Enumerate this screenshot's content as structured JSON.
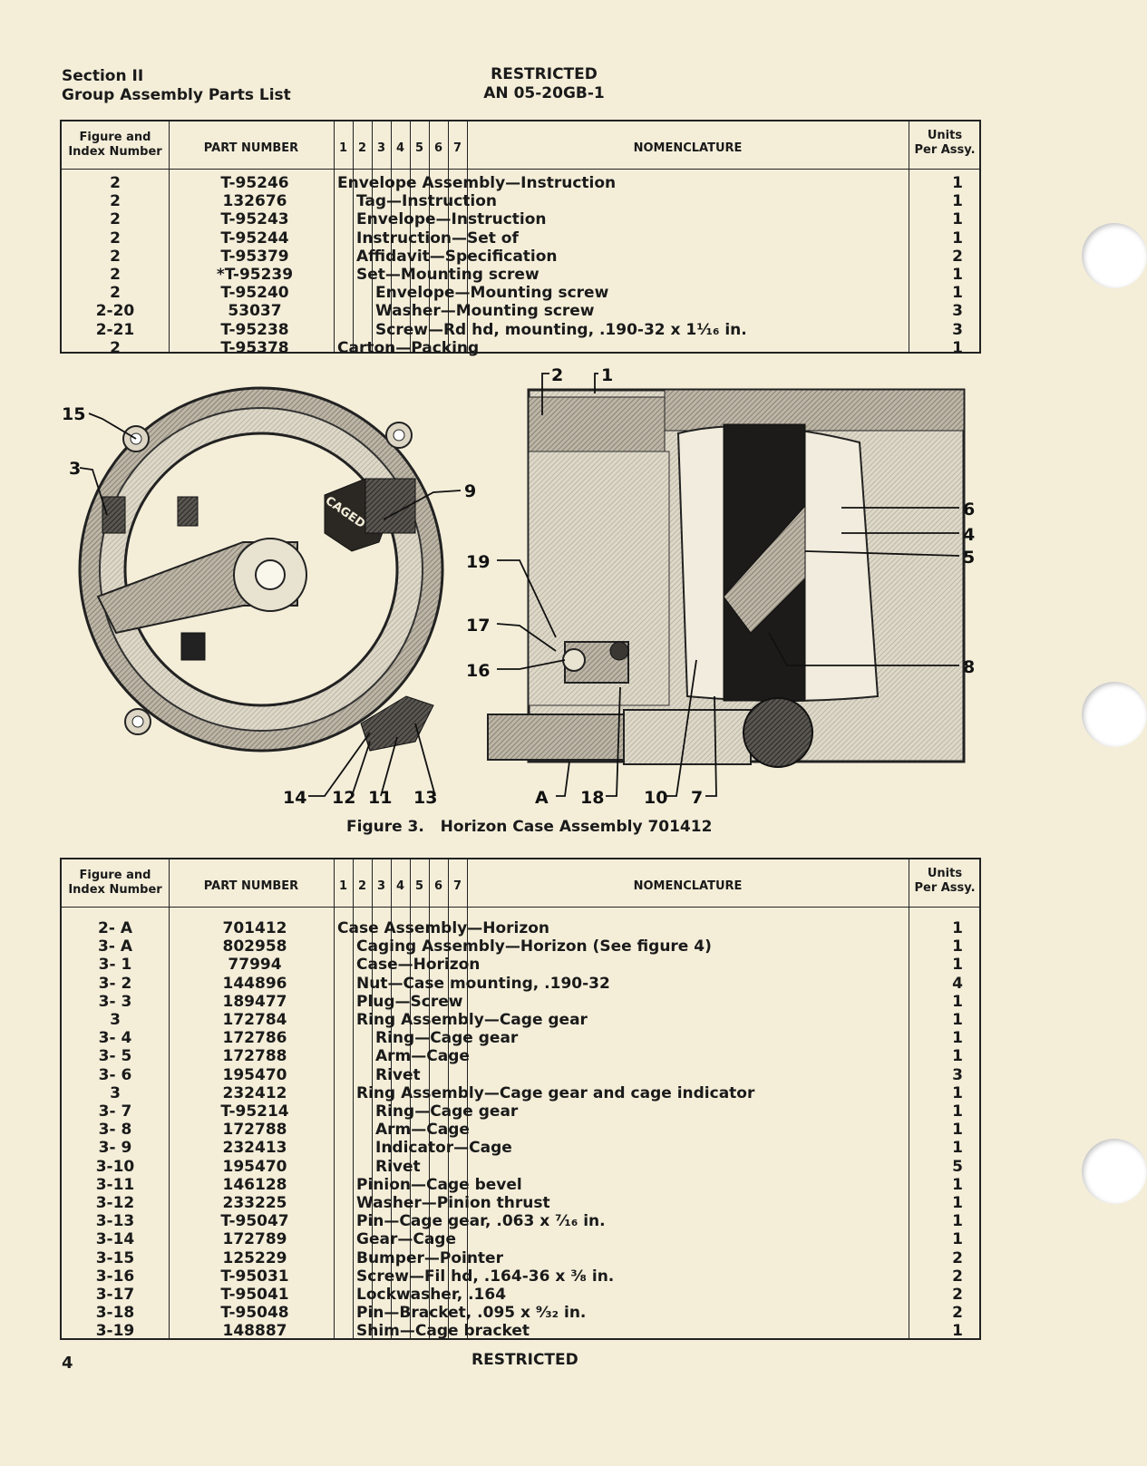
{
  "header": {
    "section": "Section II",
    "subtitle": "Group Assembly Parts List",
    "classification": "RESTRICTED",
    "doc_number": "AN 05-20GB-1"
  },
  "table_headers": {
    "figure": [
      "Figure and",
      "Index Number"
    ],
    "part": "PART NUMBER",
    "levels": [
      "1",
      "2",
      "3",
      "4",
      "5",
      "6",
      "7"
    ],
    "nomenclature": "NOMENCLATURE",
    "units": [
      "Units",
      "Per Assy."
    ]
  },
  "table1": [
    {
      "fig": "2",
      "part": "T-95246",
      "lvl": 1,
      "nom": "Envelope Assembly—Instruction",
      "units": "1"
    },
    {
      "fig": "2",
      "part": "132676",
      "lvl": 2,
      "nom": "Tag—Instruction",
      "units": "1"
    },
    {
      "fig": "2",
      "part": "T-95243",
      "lvl": 2,
      "nom": "Envelope—Instruction",
      "units": "1"
    },
    {
      "fig": "2",
      "part": "T-95244",
      "lvl": 2,
      "nom": "Instruction—Set of",
      "units": "1"
    },
    {
      "fig": "2",
      "part": "T-95379",
      "lvl": 2,
      "nom": "Affidavit—Specification",
      "units": "2"
    },
    {
      "fig": "2",
      "part": "*T-95239",
      "lvl": 2,
      "nom": "Set—Mounting screw",
      "units": "1"
    },
    {
      "fig": "2",
      "part": "T-95240",
      "lvl": 3,
      "nom": "Envelope—Mounting screw",
      "units": "1"
    },
    {
      "fig": "2-20",
      "part": "53037",
      "lvl": 3,
      "nom": "Washer—Mounting screw",
      "units": "3"
    },
    {
      "fig": "2-21",
      "part": "T-95238",
      "lvl": 3,
      "nom": "Screw—Rd hd, mounting, .190-32 x 1¹⁄₁₆ in.",
      "units": "3"
    },
    {
      "fig": "2",
      "part": "T-95378",
      "lvl": 1,
      "nom": "Carton—Packing",
      "units": "1"
    }
  ],
  "figure": {
    "caption": "Figure 3.   Horizon Case Assembly 701412",
    "dial_text": "CAGED",
    "callouts": [
      "15",
      "3",
      "9",
      "2",
      "1",
      "6",
      "4",
      "5",
      "19",
      "17",
      "16",
      "8",
      "14",
      "12",
      "11",
      "13",
      "A",
      "18",
      "10",
      "7"
    ]
  },
  "table2": [
    {
      "fig": "2- A",
      "part": "701412",
      "lvl": 1,
      "nom": "Case Assembly—Horizon",
      "units": "1"
    },
    {
      "fig": "3- A",
      "part": "802958",
      "lvl": 2,
      "nom": "Caging Assembly—Horizon (See figure 4)",
      "units": "1"
    },
    {
      "fig": "3- 1",
      "part": "77994",
      "lvl": 2,
      "nom": "Case—Horizon",
      "units": "1"
    },
    {
      "fig": "3- 2",
      "part": "144896",
      "lvl": 2,
      "nom": "Nut—Case mounting, .190-32",
      "units": "4"
    },
    {
      "fig": "3- 3",
      "part": "189477",
      "lvl": 2,
      "nom": "Plug—Screw",
      "units": "1"
    },
    {
      "fig": "3",
      "part": "172784",
      "lvl": 2,
      "nom": "Ring Assembly—Cage gear",
      "units": "1"
    },
    {
      "fig": "3- 4",
      "part": "172786",
      "lvl": 3,
      "nom": "Ring—Cage gear",
      "units": "1"
    },
    {
      "fig": "3- 5",
      "part": "172788",
      "lvl": 3,
      "nom": "Arm—Cage",
      "units": "1"
    },
    {
      "fig": "3- 6",
      "part": "195470",
      "lvl": 3,
      "nom": "Rivet",
      "units": "3"
    },
    {
      "fig": "3",
      "part": "232412",
      "lvl": 2,
      "nom": "Ring Assembly—Cage gear and cage indicator",
      "units": "1"
    },
    {
      "fig": "3- 7",
      "part": "T-95214",
      "lvl": 3,
      "nom": "Ring—Cage gear",
      "units": "1"
    },
    {
      "fig": "3- 8",
      "part": "172788",
      "lvl": 3,
      "nom": "Arm—Cage",
      "units": "1"
    },
    {
      "fig": "3- 9",
      "part": "232413",
      "lvl": 3,
      "nom": "Indicator—Cage",
      "units": "1"
    },
    {
      "fig": "3-10",
      "part": "195470",
      "lvl": 3,
      "nom": "Rivet",
      "units": "5"
    },
    {
      "fig": "3-11",
      "part": "146128",
      "lvl": 2,
      "nom": "Pinion—Cage bevel",
      "units": "1"
    },
    {
      "fig": "3-12",
      "part": "233225",
      "lvl": 2,
      "nom": "Washer—Pinion thrust",
      "units": "1"
    },
    {
      "fig": "3-13",
      "part": "T-95047",
      "lvl": 2,
      "nom": "Pin—Cage gear, .063 x ⁷⁄₁₆ in.",
      "units": "1"
    },
    {
      "fig": "3-14",
      "part": "172789",
      "lvl": 2,
      "nom": "Gear—Cage",
      "units": "1"
    },
    {
      "fig": "3-15",
      "part": "125229",
      "lvl": 2,
      "nom": "Bumper—Pointer",
      "units": "2"
    },
    {
      "fig": "3-16",
      "part": "T-95031",
      "lvl": 2,
      "nom": "Screw—Fil hd, .164-36 x ³⁄₈ in.",
      "units": "2"
    },
    {
      "fig": "3-17",
      "part": "T-95041",
      "lvl": 2,
      "nom": "Lockwasher, .164",
      "units": "2"
    },
    {
      "fig": "3-18",
      "part": "T-95048",
      "lvl": 2,
      "nom": "Pin—Bracket, .095 x ⁹⁄₃₂ in.",
      "units": "2"
    },
    {
      "fig": "3-19",
      "part": "148887",
      "lvl": 2,
      "nom": "Shim—Cage bracket",
      "units": "1"
    }
  ],
  "footer": {
    "page": "4",
    "classification": "RESTRICTED"
  }
}
